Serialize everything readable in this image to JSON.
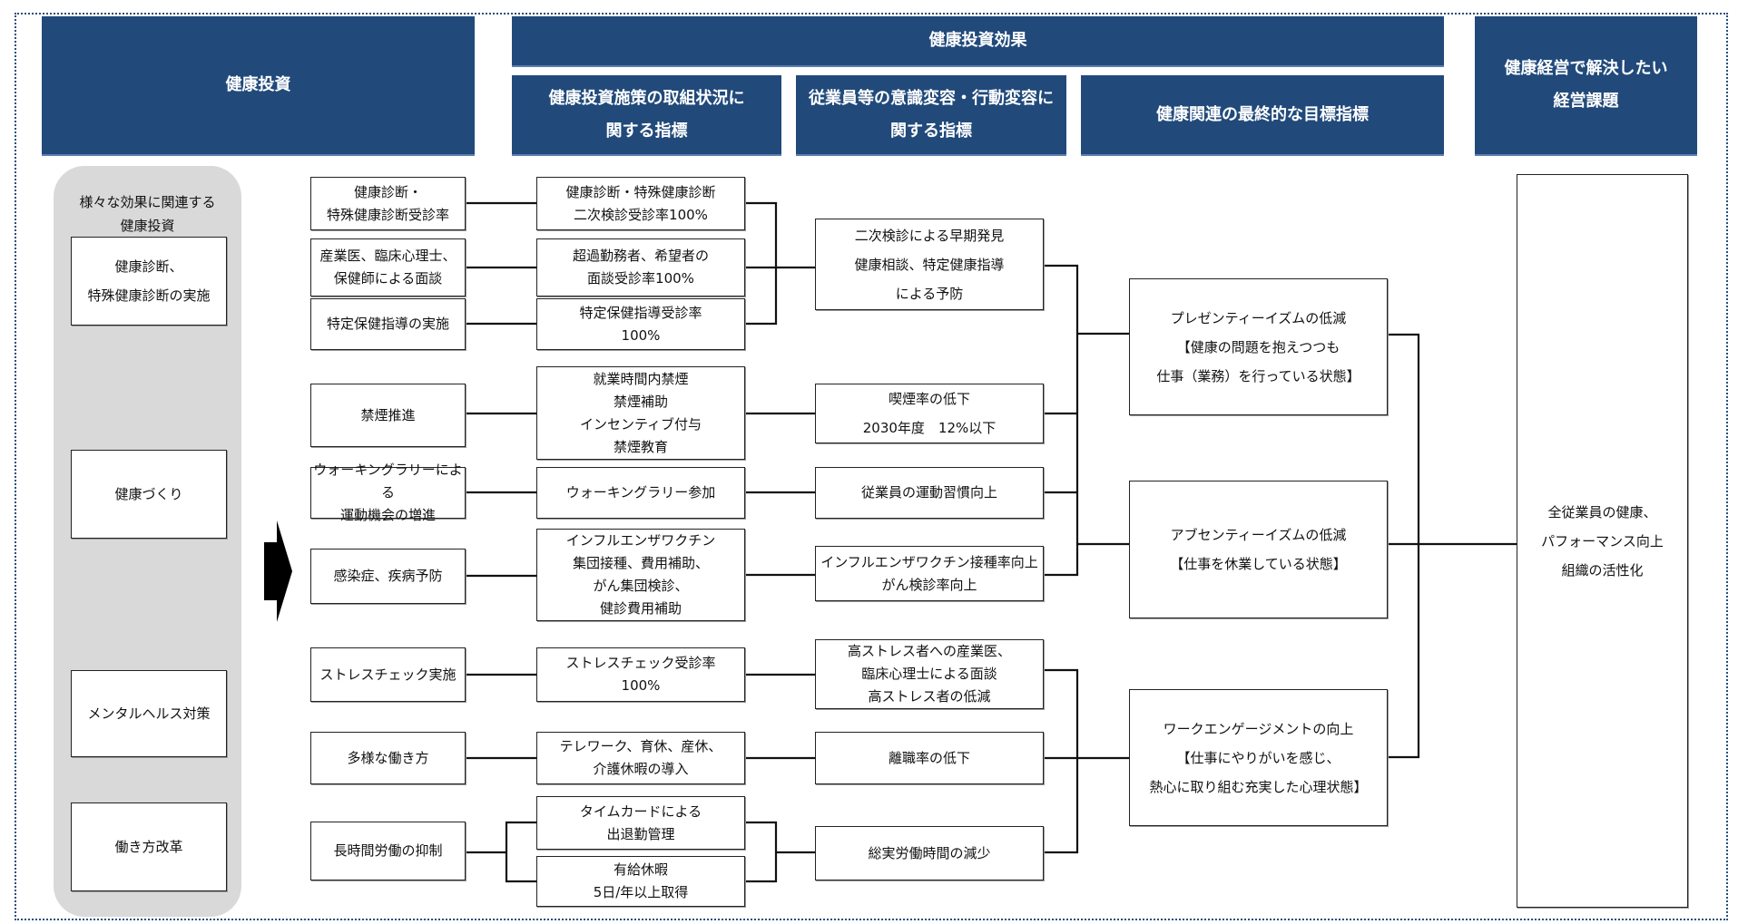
{
  "header": {
    "investment": "健康投資",
    "effect": "健康投資効果",
    "effect_sub": [
      "健康投資施策の取組状況に\n関する指標",
      "従業員等の意識変容・行動変容に\n関する指標",
      "健康関連の最終的な目標指標"
    ],
    "issue": "健康経営で解決したい\n経営課題"
  },
  "left_panel": {
    "title": "様々な効果に関連する\n健康投資",
    "items": [
      "健康診断、\n特殊健康診断の実施",
      "健康づくり",
      "メンタルヘルス対策",
      "働き方改革"
    ]
  },
  "col_a": [
    "健康診断・\n特殊健康診断受診率",
    "産業医、臨床心理士、\n保健師による面談",
    "特定保健指導の実施",
    "禁煙推進",
    "ウォーキングラリーによる\n運動機会の増進",
    "感染症、疾病予防",
    "ストレスチェック実施",
    "多様な働き方",
    "長時間労働の抑制"
  ],
  "col_b": [
    "健康診断・特殊健康診断\n二次検診受診率100%",
    "超過勤務者、希望者の\n面談受診率100%",
    "特定保健指導受診率\n100%",
    "就業時間内禁煙\n禁煙補助\nインセンティブ付与\n禁煙教育",
    "ウォーキングラリー参加",
    "インフルエンザワクチン\n集団接種、費用補助、\nがん集団検診、\n健診費用補助",
    "ストレスチェック受診率\n100%",
    "テレワーク、育休、産休、\n介護休暇の導入",
    "タイムカードによる\n出退勤管理",
    "有給休暇\n5日/年以上取得"
  ],
  "col_c": [
    "二次検診による早期発見\n健康相談、特定健康指導\nによる予防",
    "喫煙率の低下\n2030年度　12%以下",
    "従業員の運動習慣向上",
    "インフルエンザワクチン接種率向上\nがん検診率向上",
    "高ストレス者への産業医、\n臨床心理士による面談\n高ストレス者の低減",
    "離職率の低下",
    "総実労働時間の減少"
  ],
  "col_d": [
    "プレゼンティーイズムの低減\n【健康の問題を抱えつつも\n仕事（業務）を行っている状態】",
    "アブセンティーイズムの低減\n【仕事を休業している状態】",
    "ワークエンゲージメントの向上\n【仕事にやりがいを感じ、\n熱心に取り組む充実した心理状態】"
  ],
  "goal": "全従業員の健康、\nパフォーマンス向上\n組織の活性化",
  "colors": {
    "header": "#214a7b",
    "panel": "#d9d9d9",
    "frame": "#2a4d7e"
  }
}
